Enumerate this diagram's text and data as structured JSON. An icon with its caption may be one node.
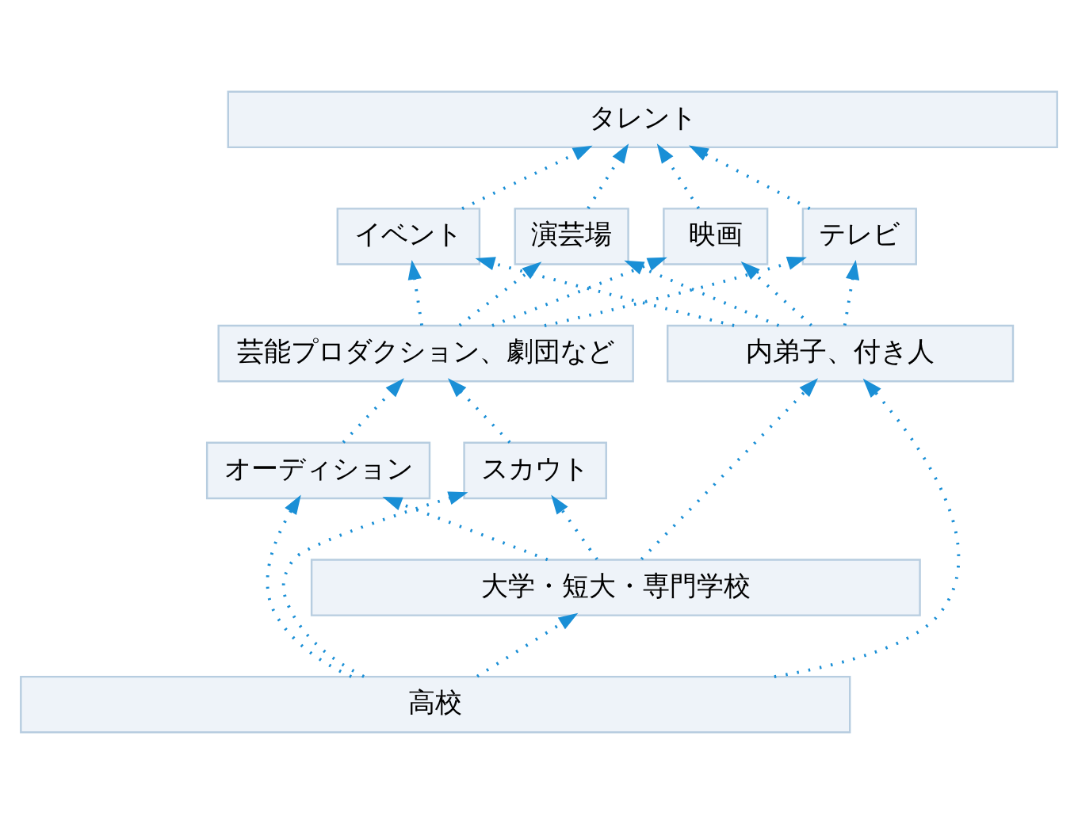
{
  "diagram": {
    "nodes": [
      {
        "text": [
          "タレント"
        ]
      },
      {
        "text": [
          "映画"
        ]
      },
      {
        "text": [
          "テレビ"
        ]
      },
      {
        "text": [
          "イベント"
        ]
      },
      {
        "text": [
          "演芸場"
        ]
      },
      {
        "text": [
          "芸能プロダクション、劇団など"
        ]
      },
      {
        "text": [
          "内弟子、付き人"
        ]
      },
      {
        "text": [
          "スカウト"
        ]
      },
      {
        "text": [
          "オーディション"
        ]
      },
      {
        "text": [
          "大学・短大・専門学校"
        ]
      },
      {
        "text": [
          "高校"
        ]
      }
    ],
    "edges": [
      {
        "from": 1,
        "to": 0,
        "arrow": "to"
      },
      {
        "from": 2,
        "to": 0,
        "arrow": "to"
      },
      {
        "from": 3,
        "to": 0,
        "arrow": "to"
      },
      {
        "from": 4,
        "to": 0,
        "arrow": "to"
      },
      {
        "from": 5,
        "to": 1,
        "arrow": "to"
      },
      {
        "from": 5,
        "to": 2,
        "arrow": "to"
      },
      {
        "from": 5,
        "to": 3,
        "arrow": "to"
      },
      {
        "from": 5,
        "to": 4,
        "arrow": "to"
      },
      {
        "from": 6,
        "to": 1,
        "arrow": "to"
      },
      {
        "from": 6,
        "to": 2,
        "arrow": "to"
      },
      {
        "from": 6,
        "to": 3,
        "arrow": "to"
      },
      {
        "from": 6,
        "to": 4,
        "arrow": "to"
      },
      {
        "from": 7,
        "to": 5,
        "arrow": "to"
      },
      {
        "from": 8,
        "to": 5,
        "arrow": "to"
      },
      {
        "from": 9,
        "to": 7,
        "arrow": "to"
      },
      {
        "from": 9,
        "to": 8,
        "arrow": "to"
      },
      {
        "from": 9,
        "to": 6,
        "arrow": "to"
      },
      {
        "from": 10,
        "to": 9,
        "arrow": "to"
      },
      {
        "from": 10,
        "to": 7,
        "arrow": "to"
      },
      {
        "from": 10,
        "to": 8,
        "arrow": "to"
      },
      {
        "from": 10,
        "to": 6,
        "arrow": "to"
      }
    ]
  }
}
